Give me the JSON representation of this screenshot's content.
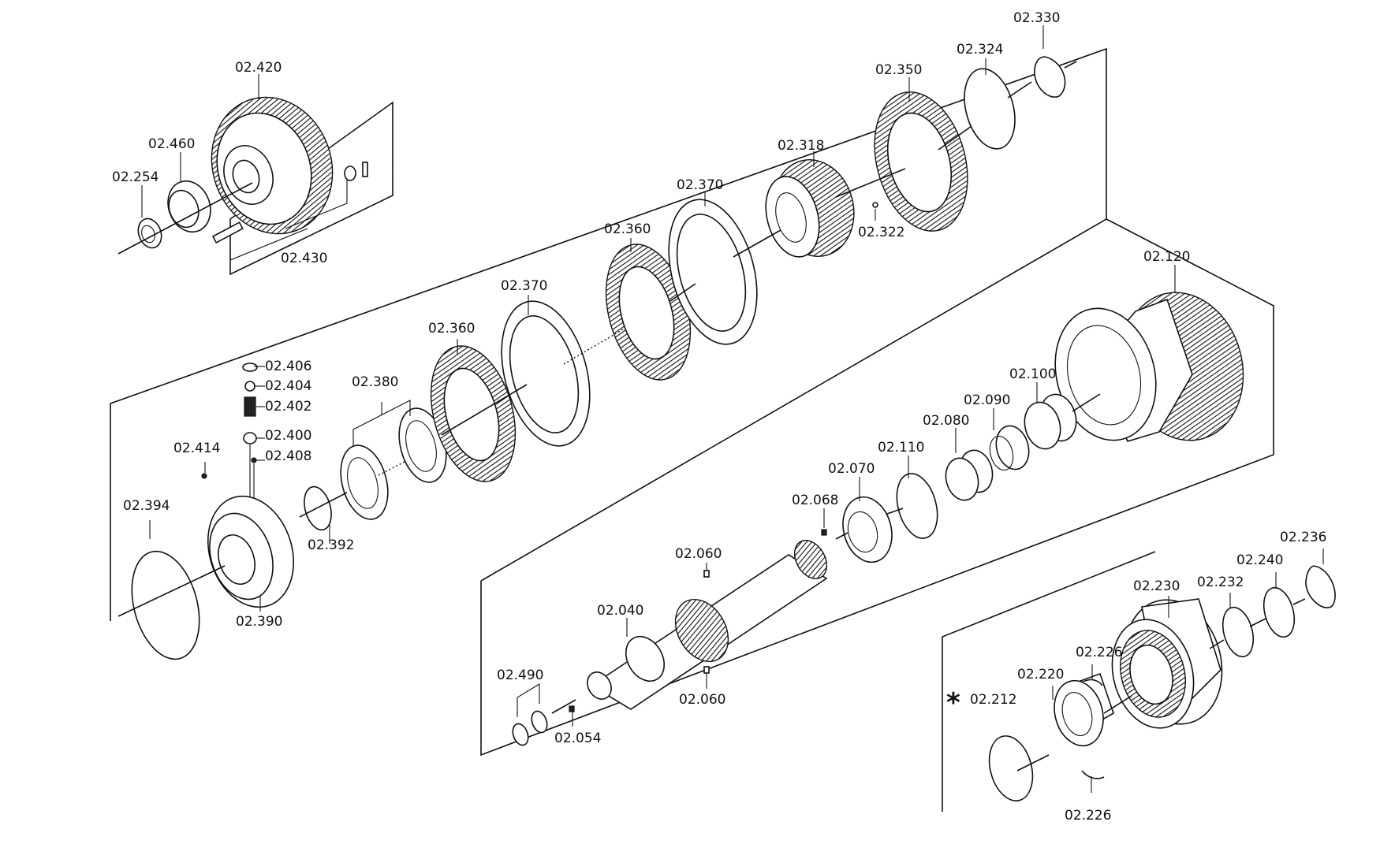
{
  "asterisk": "*",
  "labels": {
    "p02_420": "02.420",
    "p02_460": "02.460",
    "p02_254": "02.254",
    "p02_430": "02.430",
    "p02_350": "02.350",
    "p02_324": "02.324",
    "p02_330": "02.330",
    "p02_318": "02.318",
    "p02_322": "02.322",
    "p02_370_upper": "02.370",
    "p02_360_upper": "02.360",
    "p02_370_lower": "02.370",
    "p02_360_lower": "02.360",
    "p02_380": "02.380",
    "p02_406": "02.406",
    "p02_404": "02.404",
    "p02_402": "02.402",
    "p02_400": "02.400",
    "p02_408": "02.408",
    "p02_414": "02.414",
    "p02_394": "02.394",
    "p02_392": "02.392",
    "p02_390": "02.390",
    "p02_120": "02.120",
    "p02_100": "02.100",
    "p02_090": "02.090",
    "p02_080": "02.080",
    "p02_110": "02.110",
    "p02_070": "02.070",
    "p02_068": "02.068",
    "p02_060_top": "02.060",
    "p02_060_bottom": "02.060",
    "p02_040": "02.040",
    "p02_490": "02.490",
    "p02_054": "02.054",
    "p02_236": "02.236",
    "p02_240": "02.240",
    "p02_232": "02.232",
    "p02_230": "02.230",
    "p02_226_top": "02.226",
    "p02_226_bottom": "02.226",
    "p02_220": "02.220",
    "p02_212": "02.212"
  }
}
